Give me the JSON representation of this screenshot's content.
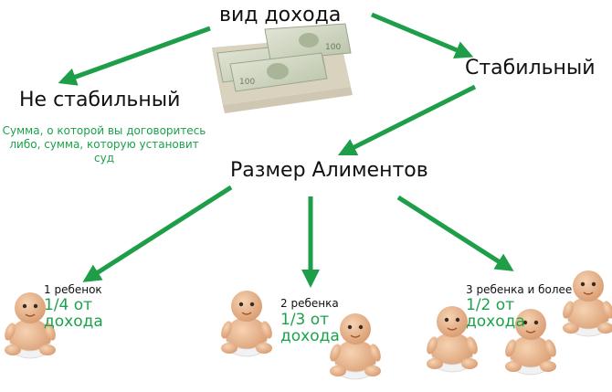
{
  "title": "вид дохода",
  "branches": {
    "stable": "Стабильный",
    "unstable": "Не стабильный",
    "unstable_note": "Сумма, о которой вы договоритесь либо, сумма, которую установит суд"
  },
  "subtitle": "Размер Алиментов",
  "children": [
    {
      "label": "1 ребенок",
      "fraction": "1/4 от\nдохода"
    },
    {
      "label": "2 ребенка",
      "fraction": "1/3 от\nдохода"
    },
    {
      "label": "3 ребенка и более",
      "fraction": "1/2 от\nдохода"
    }
  ],
  "colors": {
    "arrow": "#1f9e4a",
    "accent_text": "#1aa34a",
    "text": "#111111"
  },
  "icons": [
    "money-stack-icon",
    "baby-icon"
  ]
}
